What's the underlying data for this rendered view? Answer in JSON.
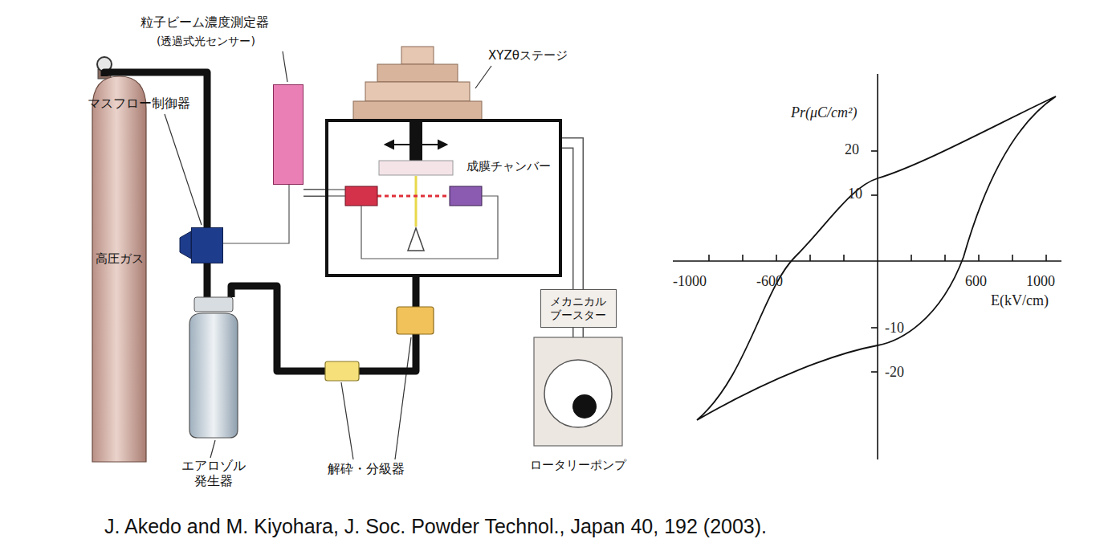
{
  "diagram": {
    "caption": "J. Akedo and M. Kiyohara, J. Soc. Powder Technol., Japan 40, 192 (2003).",
    "nodes": [
      {
        "text": [
          "高圧ガス"
        ]
      },
      {
        "text": [
          "マスフロー制御器"
        ]
      },
      {
        "text": [
          "粒子ビーム濃度測定器",
          "(透過式光センサー)"
        ]
      },
      {
        "text": [
          "XYZθステージ"
        ]
      },
      {
        "text": [
          "成膜チャンバー"
        ]
      },
      {
        "text": [
          "エアロゾル 発生器"
        ]
      },
      {
        "text": [
          "メカニカル ブースター"
        ]
      },
      {
        "text": [
          "ロータリーポンプ"
        ]
      }
    ],
    "edges": [
      {
        "from": 0,
        "to": 1,
        "arrow": "none"
      },
      {
        "from": 1,
        "to": 5,
        "arrow": "none"
      },
      {
        "from": 5,
        "to": 4,
        "arrow": "none"
      },
      {
        "from": 1,
        "to": 2,
        "arrow": "none"
      },
      {
        "from": 2,
        "to": 4,
        "arrow": "none"
      },
      {
        "from": 4,
        "to": 6,
        "arrow": "none"
      },
      {
        "from": 6,
        "to": 7,
        "arrow": "none"
      }
    ],
    "labels": [
      "解砕・分級器",
      "Pr(μC/cm²)",
      "20",
      "10",
      "-1000",
      "-600",
      "600",
      "1000",
      "E(kV/cm)",
      "-10",
      "-20"
    ]
  }
}
